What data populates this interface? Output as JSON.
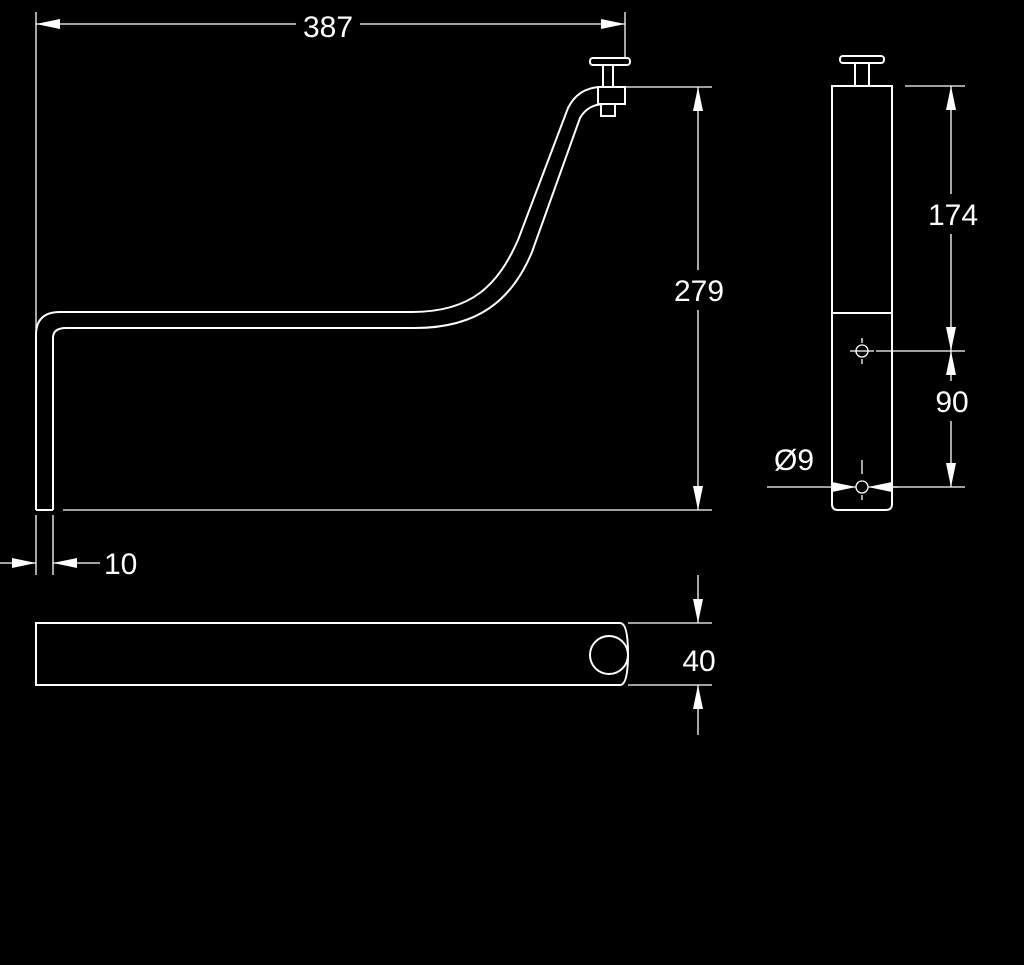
{
  "dimensions": {
    "overall_width": "387",
    "overall_height": "279",
    "thickness": "10",
    "depth": "40",
    "top_section": "174",
    "hole_spacing": "90",
    "hole_diameter": "Ø9"
  }
}
